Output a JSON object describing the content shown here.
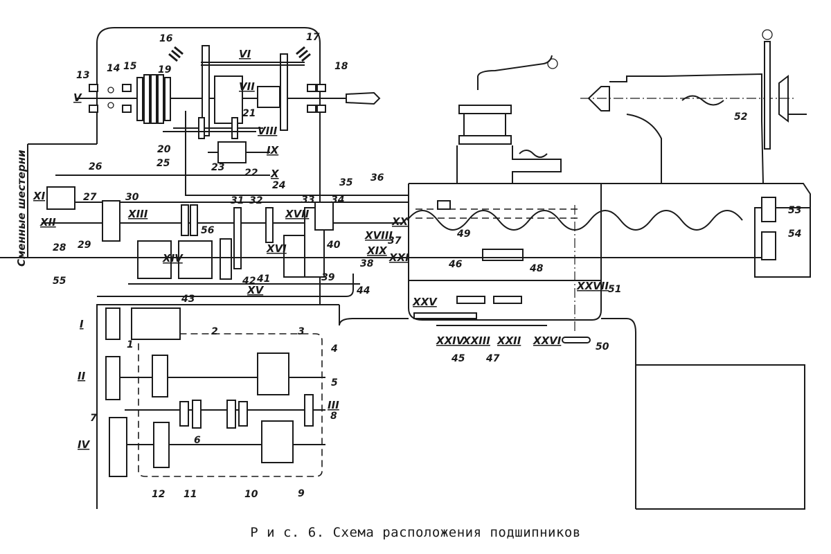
{
  "figure": {
    "caption": "Р и с. 6. Схема расположения подшипников",
    "side_label": "Сменные шестерни",
    "ink_color": "#1a1a1a",
    "background_color": "#ffffff"
  },
  "shafts": [
    "I",
    "II",
    "III",
    "IV",
    "V",
    "VI",
    "VII",
    "VIII",
    "IX",
    "X",
    "XI",
    "XII",
    "XIII",
    "XIV",
    "XV",
    "XVI",
    "XVII",
    "XVIII",
    "XIX",
    "XX",
    "XXI",
    "XXII",
    "XXIII",
    "XXIV",
    "XXV",
    "XXVI",
    "XXVII"
  ],
  "bearings": [
    "1",
    "2",
    "3",
    "4",
    "5",
    "6",
    "7",
    "8",
    "9",
    "10",
    "11",
    "12",
    "13",
    "14",
    "15",
    "16",
    "17",
    "18",
    "19",
    "20",
    "21",
    "22",
    "23",
    "24",
    "25",
    "26",
    "27",
    "28",
    "29",
    "30",
    "31",
    "32",
    "33",
    "34",
    "35",
    "36",
    "37",
    "38",
    "39",
    "40",
    "41",
    "42",
    "43",
    "44",
    "45",
    "46",
    "47",
    "48",
    "49",
    "50",
    "51",
    "52",
    "53",
    "54",
    "55",
    "56"
  ]
}
